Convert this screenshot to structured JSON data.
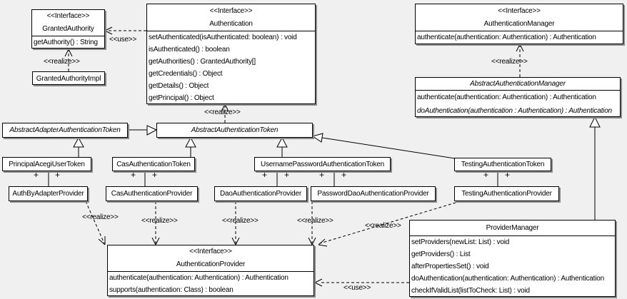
{
  "colors": {
    "background": "#f0f0f0",
    "box_fill": "#ffffff",
    "box_border": "#000000",
    "box_shadow": "#8a8a8a",
    "line": "#000000"
  },
  "stereotype_labels": {
    "use": "<<use>>",
    "realize": "<<realize>>"
  },
  "marks": {
    "plus": "+"
  },
  "classes": {
    "granted_authority": {
      "stereotype": "<<Interface>>",
      "name": "GrantedAuthority",
      "methods": [
        "getAuthority() : String"
      ]
    },
    "granted_authority_impl": {
      "name": "GrantedAuthorityImpl"
    },
    "authentication": {
      "stereotype": "<<Interface>>",
      "name": "Authentication",
      "methods": [
        "setAuthenticated(isAuthenticated: boolean) : void",
        "isAuthenticated() : boolean",
        "getAuthorities() : GrantedAuthority[]",
        "getCredentials() : Object",
        "getDetails() : Object",
        "getPrincipal() : Object"
      ]
    },
    "authentication_manager": {
      "stereotype": "<<Interface>>",
      "name": "AuthenticationManager",
      "methods": [
        "authenticate(authentication: Authentication) : Authentication"
      ]
    },
    "abstract_authentication_manager": {
      "name": "AbstractAuthenticationManager",
      "methods": [
        "authenticate(authentication: Authentication) : Authentication",
        "doAuthentication(authentication : Authentication) : Authentication"
      ]
    },
    "abstract_adapter_authentication_token": {
      "name": "AbstractAdapterAuthenticationToken"
    },
    "abstract_authentication_token": {
      "name": "AbstractAuthenticationToken"
    },
    "principal_acegi_user_token": {
      "name": "PrincipalAcegiUserToken"
    },
    "cas_authentication_token": {
      "name": "CasAuthenticationToken"
    },
    "username_password_authentication_token": {
      "name": "UsernamePasswordAuthenticationToken"
    },
    "testing_authentication_token": {
      "name": "TestingAuthenticationToken"
    },
    "auth_by_adapter_provider": {
      "name": "AuthByAdapterProvider"
    },
    "cas_authentication_provider": {
      "name": "CasAuthenticationProvider"
    },
    "dao_authentication_provider": {
      "name": "DaoAuthenticationProvider"
    },
    "password_dao_authentication_provider": {
      "name": "PasswordDaoAuthenticationProvider"
    },
    "testing_authentication_provider": {
      "name": "TestingAuthenticationProvider"
    },
    "authentication_provider": {
      "stereotype": "<<Interface>>",
      "name": "AuthenticationProvider",
      "methods": [
        "authenticate(authentication: Authentication) : Authentication",
        "supports(authentication: Class) : boolean"
      ]
    },
    "provider_manager": {
      "name": "ProviderManager",
      "methods": [
        "setProviders(newList: List) : void",
        "getProviders() : List",
        "afterPropertiesSet() : void",
        "doAuthentication(authentication: Authentication) : Authentication",
        "checkIfValidList(listToCheck: List) : void"
      ]
    }
  }
}
